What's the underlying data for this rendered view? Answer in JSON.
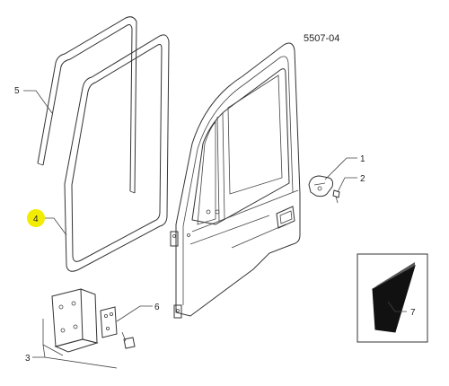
{
  "figure_code": "5507-04",
  "highlight_color": "#f2ec00",
  "callouts": {
    "c1": "1",
    "c2": "2",
    "c3": "3",
    "c4": "4",
    "c5": "5",
    "c6": "6",
    "c7": "7"
  }
}
